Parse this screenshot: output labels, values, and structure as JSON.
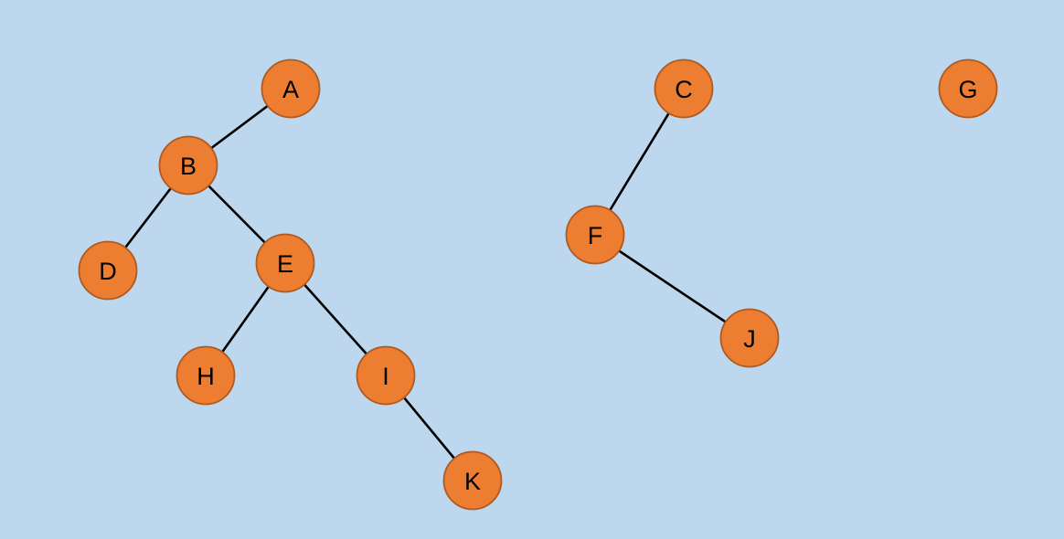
{
  "colors": {
    "background": "#bdd7ee",
    "node_fill": "#ed7d31",
    "node_stroke": "#ae5a21",
    "edge": "#000000",
    "label": "#000000"
  },
  "nodes": [
    {
      "id": "A",
      "label": "A"
    },
    {
      "id": "B",
      "label": "B"
    },
    {
      "id": "C",
      "label": "C"
    },
    {
      "id": "D",
      "label": "D"
    },
    {
      "id": "E",
      "label": "E"
    },
    {
      "id": "F",
      "label": "F"
    },
    {
      "id": "G",
      "label": "G"
    },
    {
      "id": "H",
      "label": "H"
    },
    {
      "id": "I",
      "label": "I"
    },
    {
      "id": "J",
      "label": "J"
    },
    {
      "id": "K",
      "label": "K"
    }
  ],
  "edges": [
    {
      "from": "A",
      "to": "B"
    },
    {
      "from": "B",
      "to": "D"
    },
    {
      "from": "B",
      "to": "E"
    },
    {
      "from": "E",
      "to": "H"
    },
    {
      "from": "E",
      "to": "I"
    },
    {
      "from": "I",
      "to": "K"
    },
    {
      "from": "C",
      "to": "F"
    },
    {
      "from": "F",
      "to": "J"
    }
  ]
}
